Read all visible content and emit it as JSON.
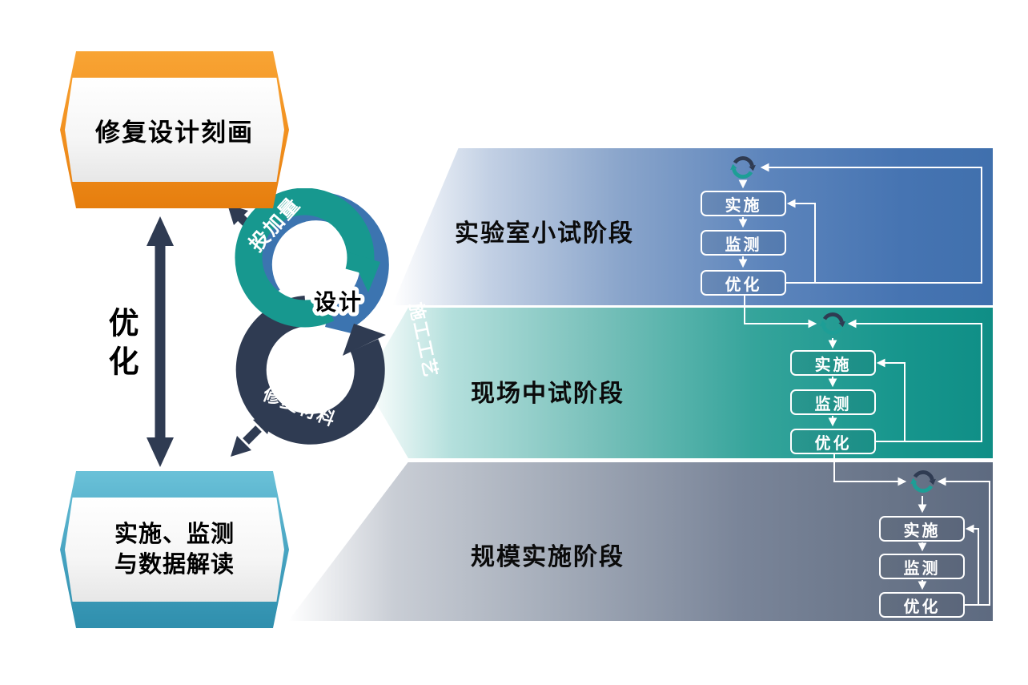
{
  "palette": {
    "navy": "#2F3B52",
    "blue": "#3C74B0",
    "teal": "#17988F",
    "orange": "#F29120",
    "cyan": "#45A2C0",
    "slate": "#6E7A8E"
  },
  "left": {
    "top_banner": {
      "label": "修复设计刻画"
    },
    "vertical_arrow_label": "优化",
    "bottom_banner": {
      "label_line1": "实施、监测",
      "label_line2": "与数据解读"
    }
  },
  "cycle": {
    "center_label": "设计",
    "arcs": [
      {
        "label": "投加量",
        "color": "#3C74B0"
      },
      {
        "label": "施工工艺",
        "color": "#17988F"
      },
      {
        "label": "修复材料",
        "color": "#2F3B52"
      }
    ]
  },
  "stages": [
    {
      "name": "实验室小试阶段",
      "theme": "#4A77B4",
      "icon": "cycle-icon",
      "steps": [
        "实施",
        "监测",
        "优化"
      ]
    },
    {
      "name": "现场中试阶段",
      "theme": "#17988F",
      "icon": "cycle-icon",
      "steps": [
        "实施",
        "监测",
        "优化"
      ]
    },
    {
      "name": "规模实施阶段",
      "theme": "#6E7A8E",
      "icon": "cycle-icon",
      "steps": [
        "实施",
        "监测",
        "优化"
      ]
    }
  ]
}
